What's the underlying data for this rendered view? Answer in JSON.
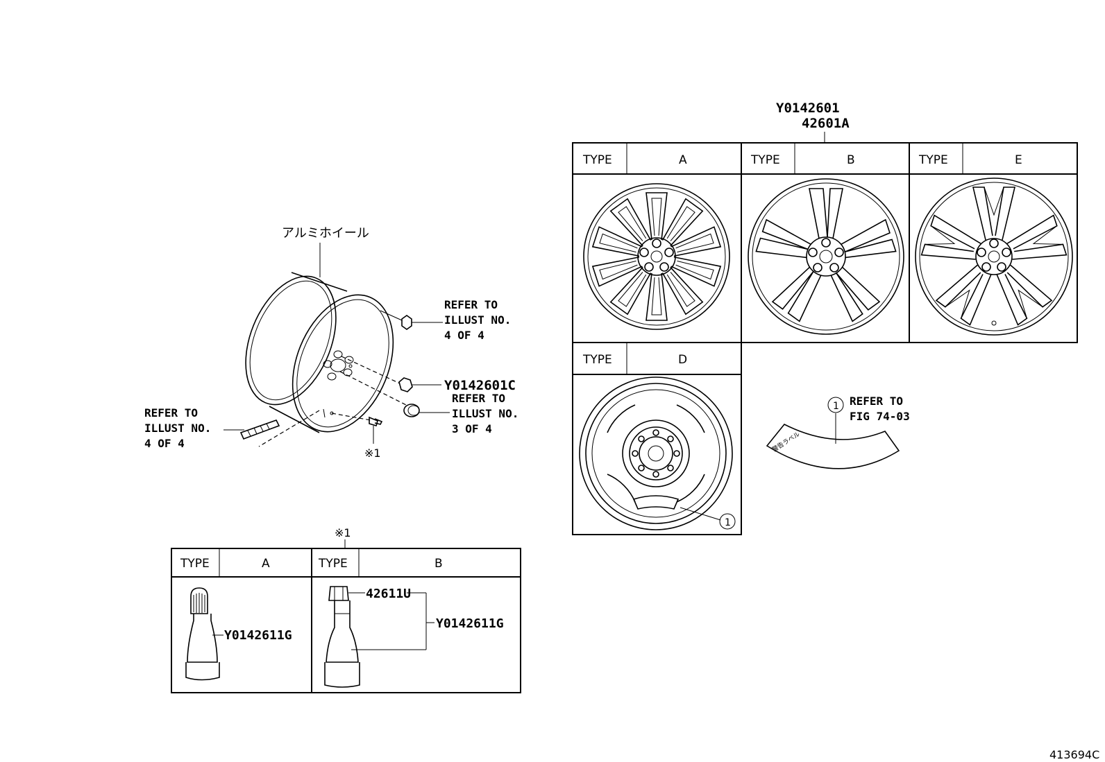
{
  "wheel_title": "アルミホイール",
  "main_part_no": "Y0142601",
  "main_part_no_sub": "42601A",
  "refer_nut": [
    "REFER TO",
    "ILLUST NO.",
    "4 OF 4"
  ],
  "refer_cap": [
    "REFER TO",
    "ILLUST NO.",
    "3 OF 4"
  ],
  "refer_weight": [
    "REFER TO",
    "ILLUST NO.",
    "4 OF 4"
  ],
  "nut_part_no": "Y0142601C",
  "valve_note": "※1",
  "valve_table_note": "※1",
  "type_label": "TYPE",
  "wheel_types": {
    "a": "A",
    "b": "B",
    "e": "E",
    "d": "D"
  },
  "valve_types": {
    "a": "A",
    "b": "B"
  },
  "valve_a_part": "Y0142611G",
  "valve_b_cap_part": "42611U",
  "valve_b_part": "Y0142611G",
  "callout_number": "1",
  "refer_label": [
    "REFER TO",
    "FIG 74-03"
  ],
  "label_text": "警告ラベル",
  "figure_id": "413694C"
}
